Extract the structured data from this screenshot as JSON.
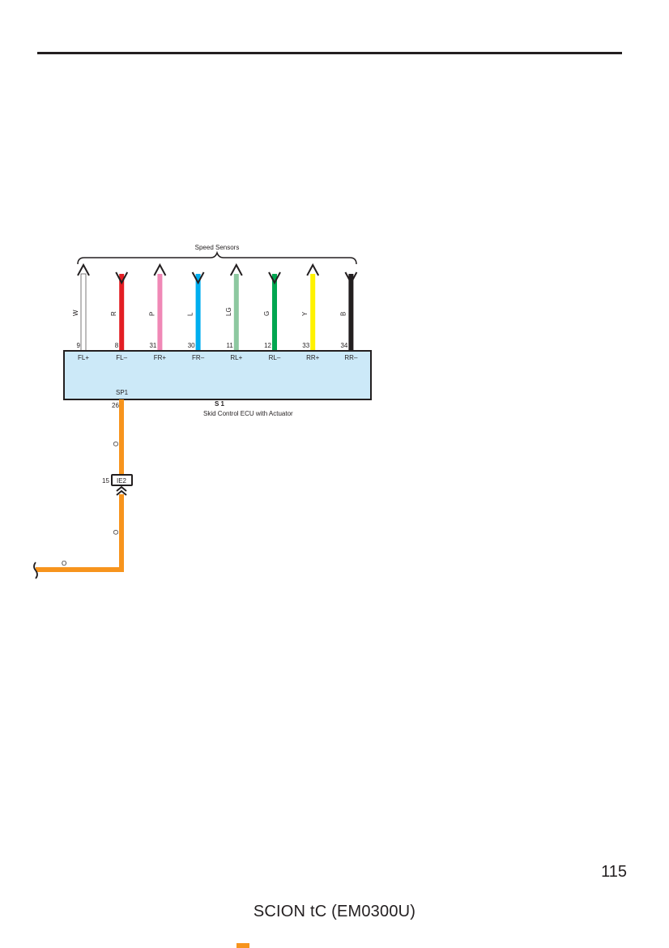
{
  "header": {},
  "diagram": {
    "sensor_group_label": "Speed Sensors",
    "wires": [
      {
        "color_code": "W",
        "pin": "9",
        "terminal": "FL+",
        "color": "#ffffff",
        "arrow": "up"
      },
      {
        "color_code": "R",
        "pin": "8",
        "terminal": "FL–",
        "color": "#e31e24",
        "arrow": "down"
      },
      {
        "color_code": "P",
        "pin": "31",
        "terminal": "FR+",
        "color": "#f088b6",
        "arrow": "up"
      },
      {
        "color_code": "L",
        "pin": "30",
        "terminal": "FR–",
        "color": "#00aeef",
        "arrow": "down"
      },
      {
        "color_code": "LG",
        "pin": "11",
        "terminal": "RL+",
        "color": "#8dc8a0",
        "arrow": "up"
      },
      {
        "color_code": "G",
        "pin": "12",
        "terminal": "RL–",
        "color": "#00a650",
        "arrow": "down"
      },
      {
        "color_code": "Y",
        "pin": "33",
        "terminal": "RR+",
        "color": "#fff200",
        "arrow": "up"
      },
      {
        "color_code": "B",
        "pin": "34",
        "terminal": "RR–",
        "color": "#231f20",
        "arrow": "down"
      }
    ],
    "ecu": {
      "code": "S 1",
      "name": "Skid Control ECU with Actuator",
      "fill": "#cce9f8",
      "output_terminal": "SP1",
      "output_pin": "26"
    },
    "output_wire": {
      "color_code": "O",
      "color": "#f7941d",
      "connector": "IE2",
      "connector_pin": "15"
    }
  },
  "footer": {
    "page_number": "115",
    "title": "SCION tC (EM0300U)"
  }
}
